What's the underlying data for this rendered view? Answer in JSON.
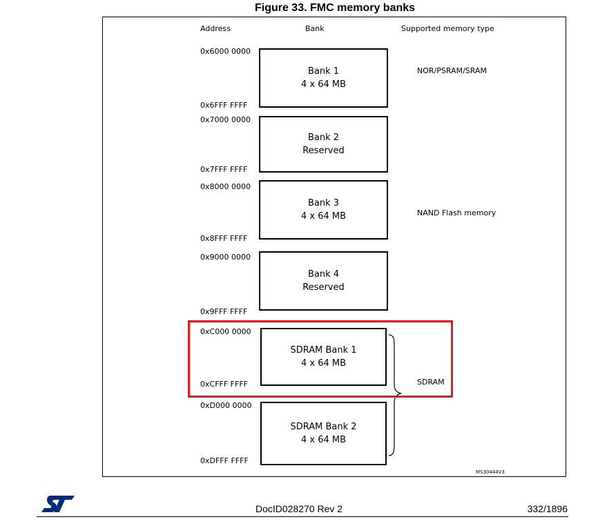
{
  "figure": {
    "title": "Figure 33. FMC memory banks",
    "code": "MS30444V3"
  },
  "headers": {
    "address": "Address",
    "bank": "Bank",
    "memory_type": "Supported memory type"
  },
  "banks": [
    {
      "name": "Bank 1",
      "size": "4 x 64 MB",
      "start": "0x6000 0000",
      "end": "0x6FFF FFFF"
    },
    {
      "name": "Bank 2",
      "size": "Reserved",
      "start": "0x7000 0000",
      "end": "0x7FFF FFFF"
    },
    {
      "name": "Bank 3",
      "size": "4 x 64 MB",
      "start": "0x8000 0000",
      "end": "0x8FFF FFFF"
    },
    {
      "name": "Bank 4",
      "size": "Reserved",
      "start": "0x9000 0000",
      "end": "0x9FFF FFFF"
    },
    {
      "name": "SDRAM Bank 1",
      "size": "4 x 64 MB",
      "start": "0xC000 0000",
      "end": "0xCFFF FFFF"
    },
    {
      "name": "SDRAM Bank 2",
      "size": "4 x 64 MB",
      "start": "0xD000 0000",
      "end": "0xDFFF FFFF"
    }
  ],
  "memory_types": {
    "nor": "NOR/PSRAM/SRAM",
    "nand": "NAND Flash memory",
    "sdram": "SDRAM"
  },
  "highlight_color": "#e01b24",
  "footer": {
    "doc_id": "DocID028270 Rev 2",
    "page": "332/1896"
  }
}
